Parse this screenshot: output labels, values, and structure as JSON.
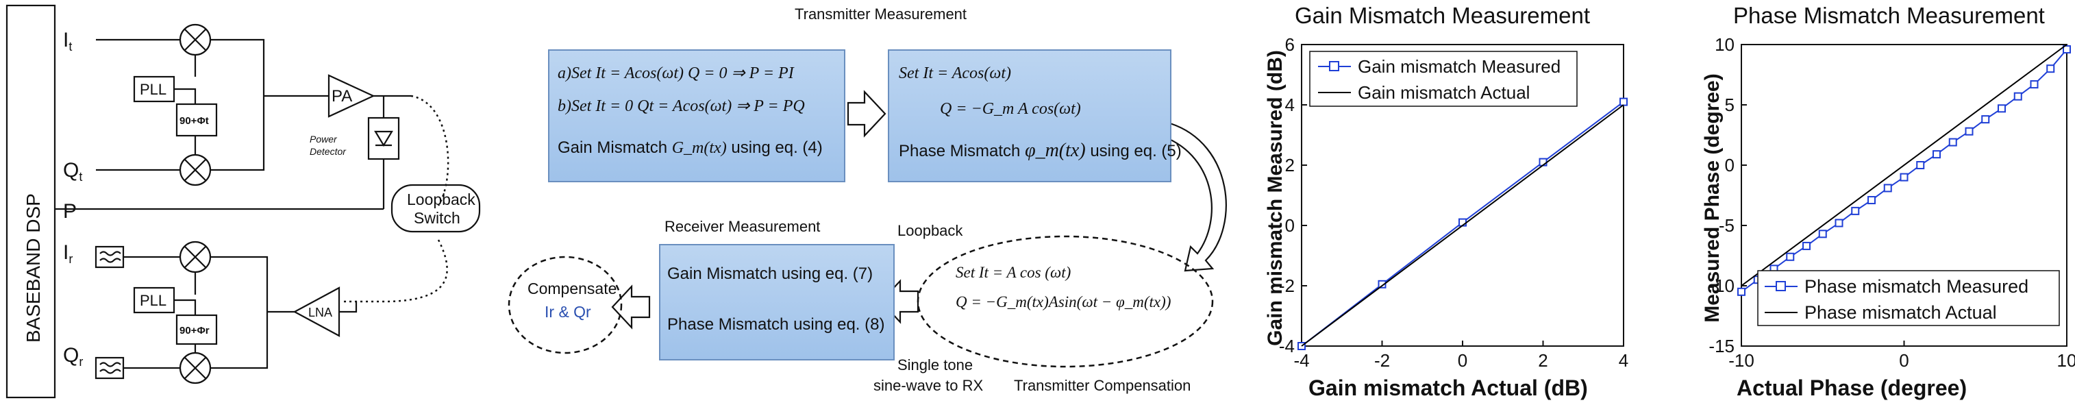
{
  "block_diagram": {
    "dsp_label": "BASEBAND DSP",
    "port_it": "It",
    "port_qt": "Qt",
    "port_p": "P",
    "port_ir": "Ir",
    "port_qr": "Qr",
    "pll_top": "PLL",
    "pll_bottom": "PLL",
    "phase_top": "90+Φt",
    "phase_bottom": "90+Φr",
    "pa": "PA",
    "power_detector": "Power Detector",
    "loopback_switch": "Loopback Switch",
    "lna": "LNA"
  },
  "flow": {
    "tx_title": "Transmitter Measurement",
    "box1": {
      "line_a": "a)Set  It = Acos(ωt)  Q = 0 ⇒ P = PI",
      "line_b": "b)Set  It = 0  Qt = Acos(ωt) ⇒ P = PQ",
      "line_c_pre": "Gain Mismatch ",
      "line_c_math": "G_m(tx)",
      "line_c_post": " using eq. (4)"
    },
    "box2": {
      "line_a": "Set     It = Acos(ωt)",
      "line_b": "Q = −G_m A cos(ωt)",
      "line_c_pre": "Phase Mismatch ",
      "line_c_math": "φ_m(tx)",
      "line_c_post": " using eq. (5)"
    },
    "rx_title": "Receiver Measurement",
    "loopback": "Loopback",
    "box3": {
      "line_a": "Gain Mismatch using eq. (7)",
      "line_b": "Phase Mismatch using eq. (8)"
    },
    "compensate_line1": "Compensate",
    "compensate_line2": "Ir & Qr",
    "tx_comp_line_a": "Set     It = A cos (ωt)",
    "tx_comp_line_b": "Q = −G_m(tx)Asin(ωt − φ_m(tx))",
    "single_tone_1": "Single tone",
    "single_tone_2": "sine-wave to RX",
    "tx_compensation": "Transmitter Compensation"
  },
  "chart_data": [
    {
      "type": "line",
      "title": "Gain Mismatch Measurement",
      "xlabel": "Gain mismatch Actual (dB)",
      "ylabel": "Gain mismatch Measured (dB)",
      "xlim": [
        -4,
        4
      ],
      "ylim": [
        -4,
        6
      ],
      "xticks": [
        -4,
        -2,
        0,
        2,
        4
      ],
      "yticks": [
        -4,
        -2,
        0,
        2,
        4,
        6
      ],
      "grid": false,
      "legend_position": "top-left",
      "series": [
        {
          "name": "Gain mismatch Measured",
          "color": "#1f3fd6",
          "marker": "square",
          "x": [
            -4,
            -2,
            0,
            2,
            4
          ],
          "y": [
            -4.0,
            -1.95,
            0.1,
            2.1,
            4.1
          ]
        },
        {
          "name": "Gain mismatch Actual",
          "color": "#000000",
          "marker": "none",
          "x": [
            -4,
            4
          ],
          "y": [
            -4,
            4
          ]
        }
      ]
    },
    {
      "type": "line",
      "title": "Phase Mismatch Measurement",
      "xlabel": "Actual Phase (degree)",
      "ylabel": "Measured Phase (degree)",
      "xlim": [
        -10,
        10
      ],
      "ylim": [
        -15,
        10
      ],
      "xticks": [
        -10,
        0,
        10
      ],
      "yticks": [
        -15,
        -10,
        -5,
        0,
        5,
        10
      ],
      "grid": false,
      "legend_position": "bottom-right",
      "series": [
        {
          "name": "Phase mismatch Measured",
          "color": "#1f3fd6",
          "marker": "square",
          "x": [
            -10,
            -9,
            -8,
            -7,
            -6,
            -5,
            -4,
            -3,
            -2,
            -1,
            0,
            1,
            2,
            3,
            4,
            5,
            6,
            7,
            8,
            9,
            10
          ],
          "y": [
            -10.5,
            -9.5,
            -8.6,
            -7.6,
            -6.7,
            -5.7,
            -4.8,
            -3.8,
            -2.9,
            -1.9,
            -1.0,
            0.0,
            0.9,
            1.9,
            2.8,
            3.8,
            4.7,
            5.7,
            6.7,
            8.0,
            9.6
          ]
        },
        {
          "name": "Phase mismatch Actual",
          "color": "#000000",
          "marker": "none",
          "x": [
            -10,
            10
          ],
          "y": [
            -10,
            10
          ]
        }
      ]
    }
  ]
}
